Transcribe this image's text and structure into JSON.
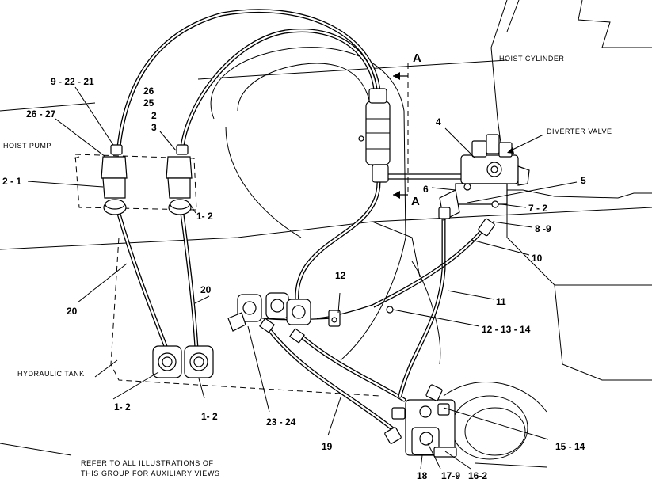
{
  "labels": {
    "l_9_22_21": "9 - 22 - 21",
    "l_26_27": "26  - 27",
    "l_26": "26",
    "l_25": "25",
    "l_2": "2",
    "l_3": "3",
    "l_2_1": "2 - 1",
    "l_1_2_pump": "1- 2",
    "l_20_left": "20",
    "l_20_right": "20",
    "l_1_2_a": "1- 2",
    "l_1_2_b": "1- 2",
    "l_23_24": "23 - 24",
    "l_19": "19",
    "l_12": "12",
    "l_12_13_14": "12 - 13 - 14",
    "l_11": "11",
    "l_10": "10",
    "l_8_9": "8 -9",
    "l_7_2": "7 - 2",
    "l_5": "5",
    "l_6": "6",
    "l_4": "4",
    "l_15_14": "15 - 14",
    "l_18": "18",
    "l_17_9": "17-9",
    "l_16_2": "16-2"
  },
  "captions": {
    "hoist_pump": "HOIST PUMP",
    "hoist_cylinder": "HOIST CYLINDER",
    "diverter_valve": "DIVERTER VALVE",
    "hydraulic_tank": "HYDRAULIC TANK"
  },
  "section": {
    "top": "A",
    "bottom": "A"
  },
  "note": {
    "line1": "REFER TO ALL ILLUSTRATIONS OF",
    "line2": "THIS GROUP FOR AUXILIARY VIEWS"
  }
}
